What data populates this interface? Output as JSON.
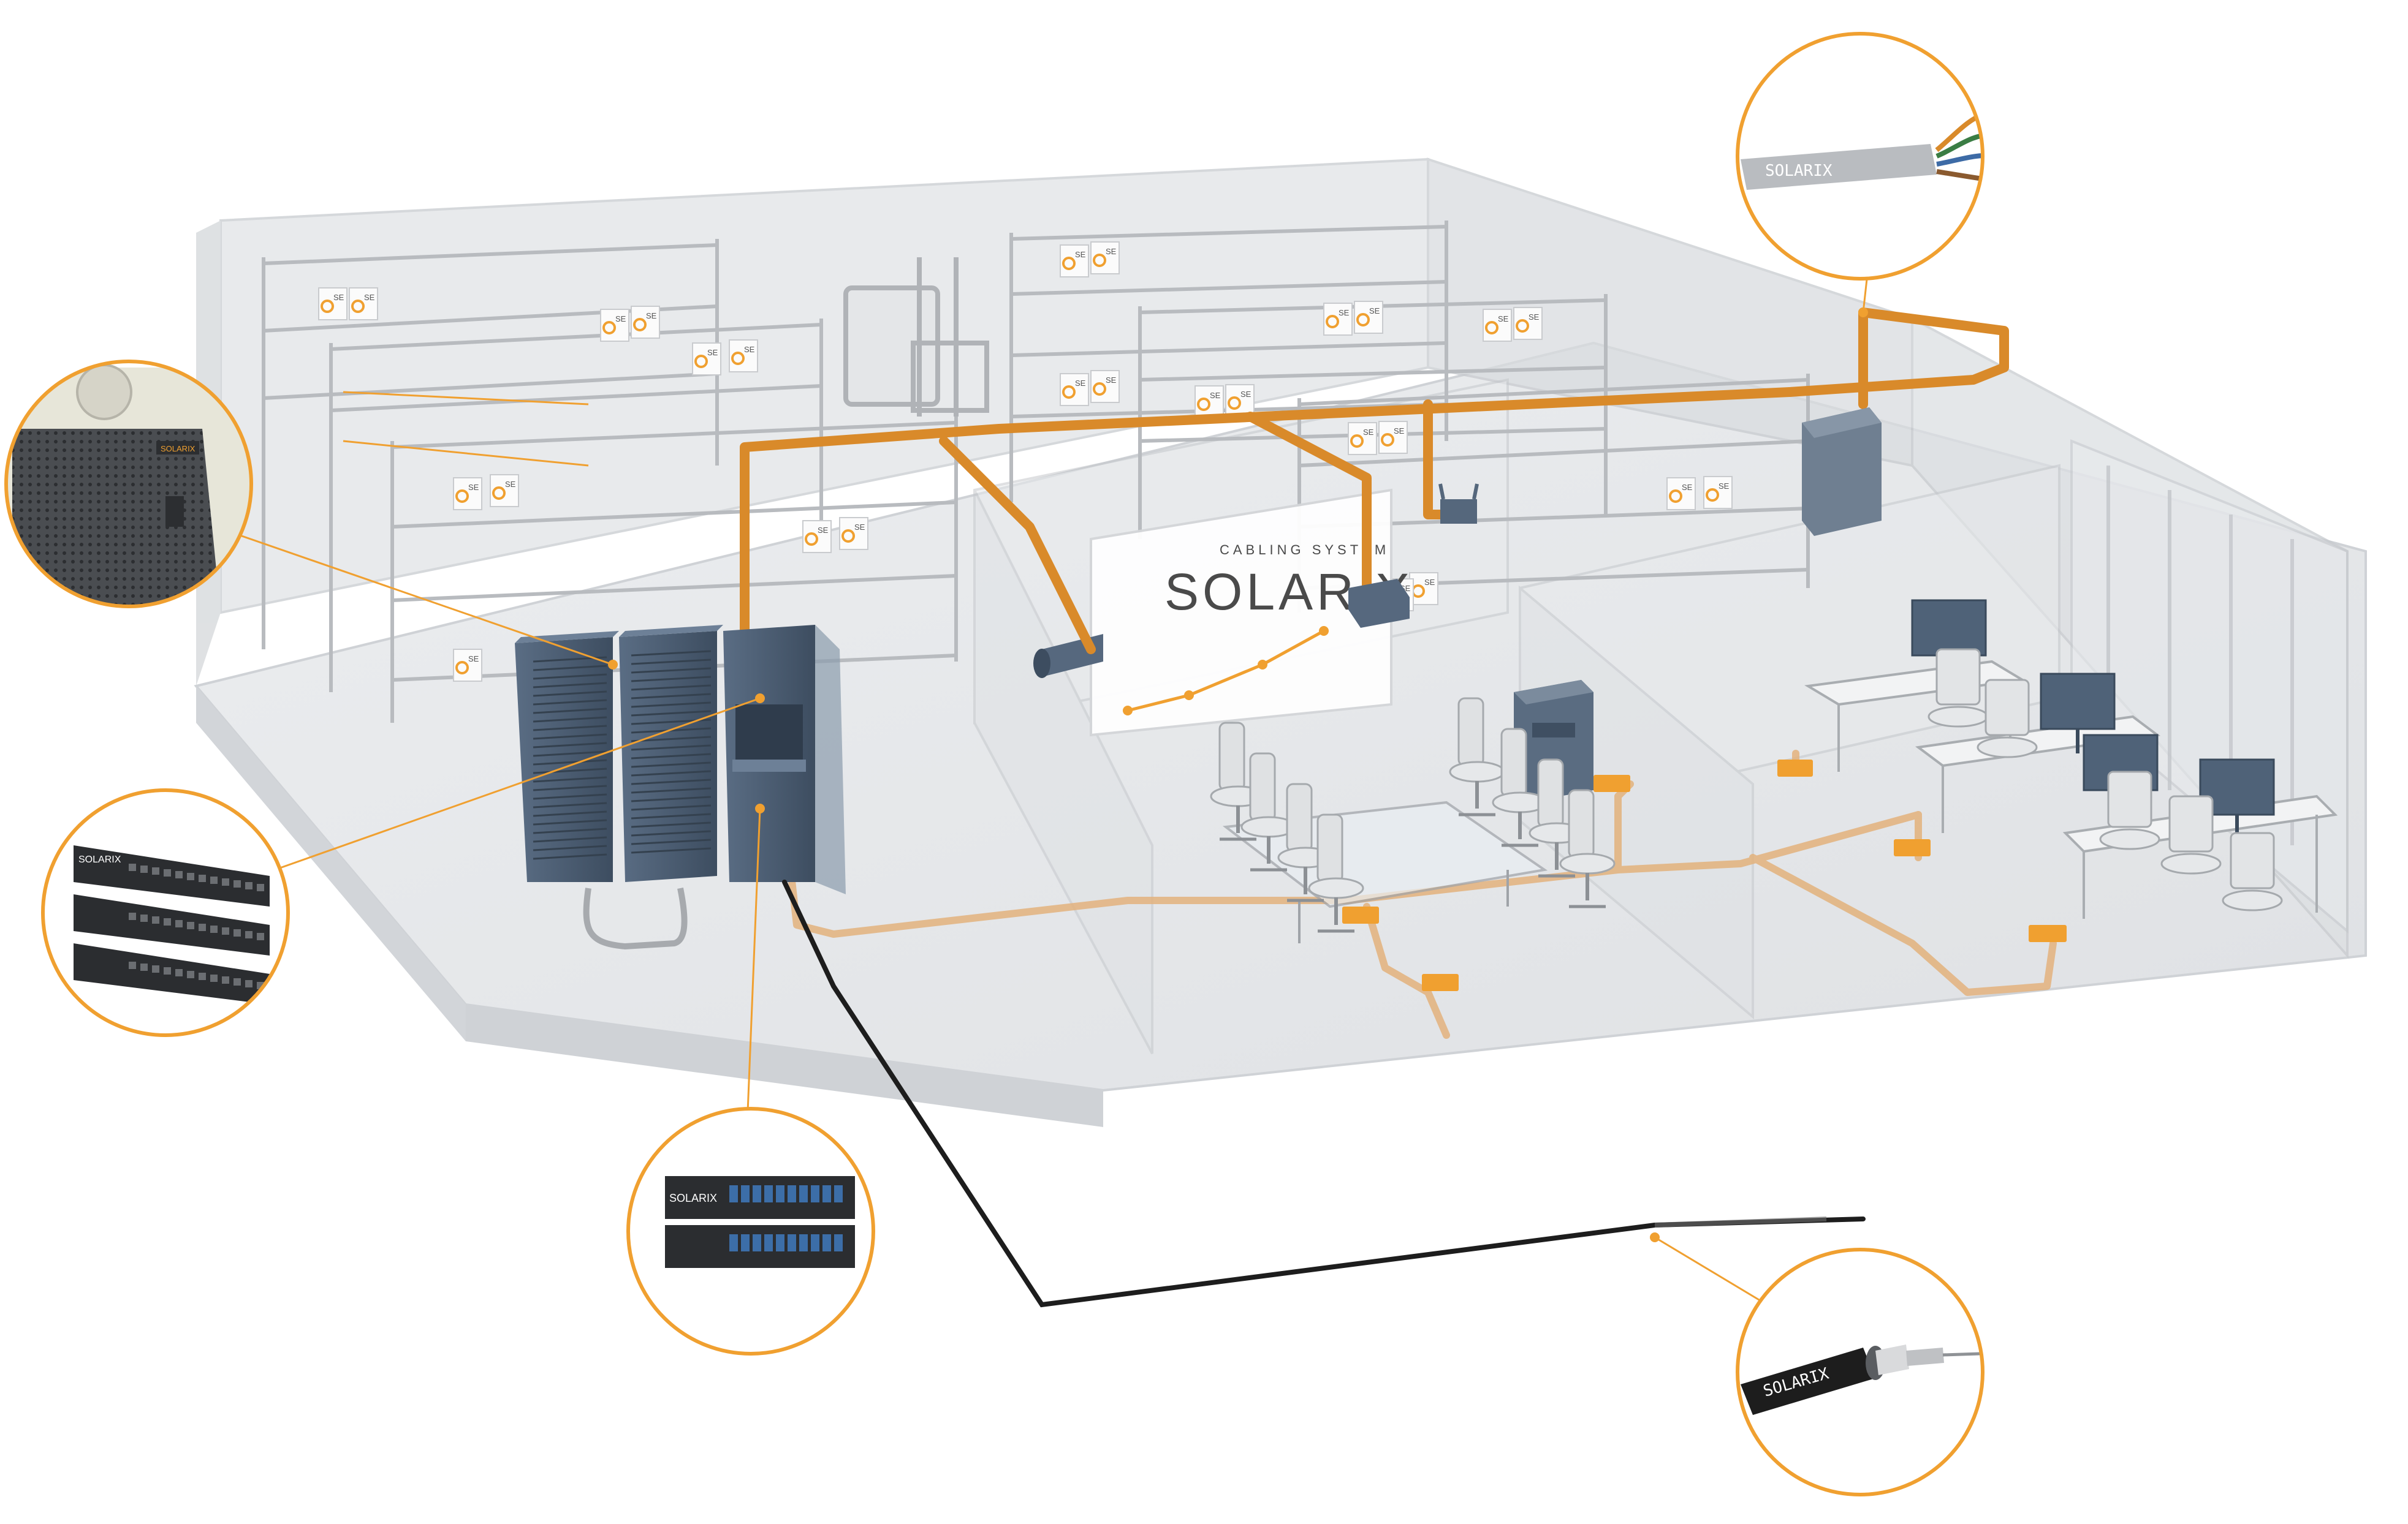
{
  "logo": {
    "tagline": "CABLING SYSTEM",
    "brand": "SOLARIX"
  },
  "box_label": "SE",
  "callouts": {
    "utp_cable": {
      "label": "SOLARIX"
    },
    "wall_cabinet": {
      "badge": "SOLARIX"
    },
    "copper_patch_panel": {
      "label": "SOLARIX"
    },
    "fiber_patch_panel": {
      "label": "SOLARIX"
    },
    "fiber_cable": {
      "label": "SOLARIX"
    }
  },
  "colors": {
    "accent_orange": "#f0a030",
    "cable_orange": "#d98a2a",
    "rack_blue": "#4f6278",
    "floor_gray": "#e6e7e9",
    "wall_gray": "#d4d6d9",
    "shelf_gray": "#c6c8cb",
    "fiber_black": "#1d1d1d"
  },
  "icons": {
    "utp_cable": "utp-cable-icon",
    "wall_cabinet": "wall-cabinet-icon",
    "copper_patch_panel": "copper-patch-panel-icon",
    "fiber_patch_panel": "fiber-patch-panel-icon",
    "fiber_cable": "fiber-optic-cable-icon"
  }
}
